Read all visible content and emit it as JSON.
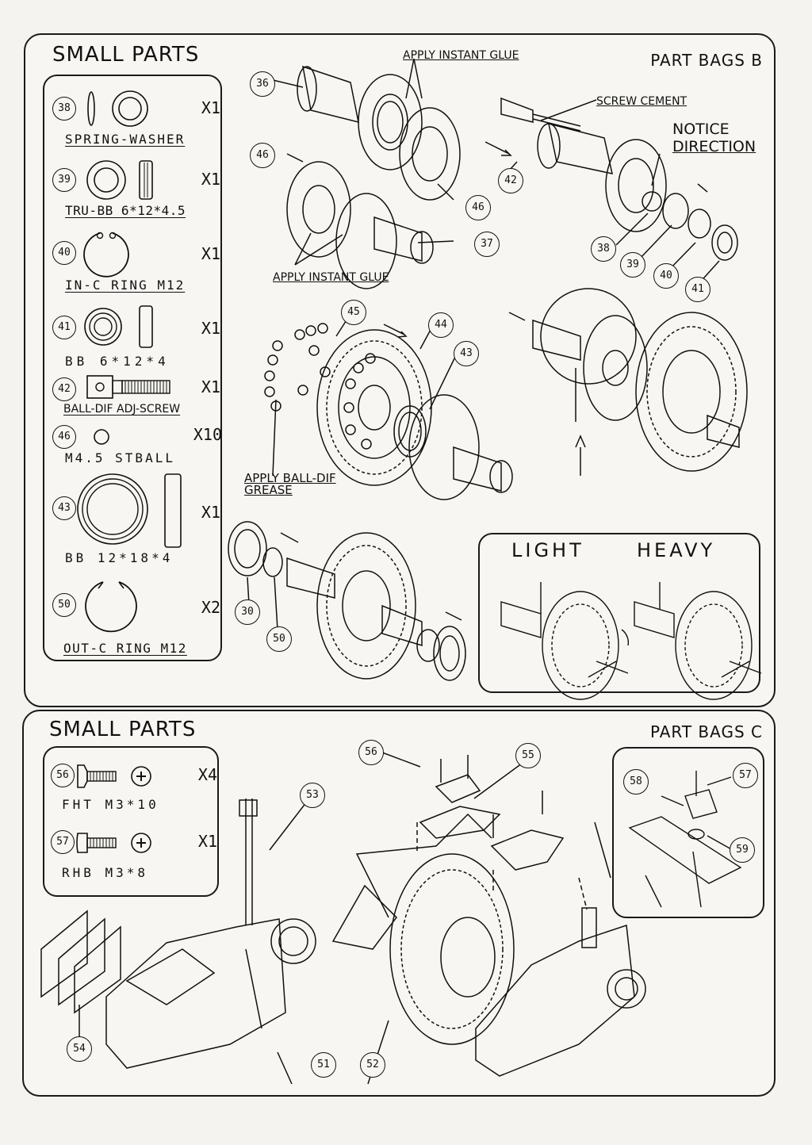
{
  "panel_b": {
    "small_parts_title": "SMALL PARTS",
    "bag_title": "PART BAGS B",
    "parts": [
      {
        "num": "38",
        "name": "SPRING-WASHER",
        "qty": "X1"
      },
      {
        "num": "39",
        "name": "TRU-BB 6*12*4.5",
        "qty": "X1"
      },
      {
        "num": "40",
        "name": "IN-C RING M12",
        "qty": "X1"
      },
      {
        "num": "41",
        "name": "BB 6*12*4",
        "qty": "X1"
      },
      {
        "num": "42",
        "name": "BALL-DIF ADJ-SCREW",
        "qty": "X1"
      },
      {
        "num": "46",
        "name": "M4.5 STBALL",
        "qty": "X10"
      },
      {
        "num": "43",
        "name": "BB 12*18*4",
        "qty": "X1"
      },
      {
        "num": "50",
        "name": "OUT-C RING M12",
        "qty": "X2"
      }
    ],
    "notes": {
      "glue_top": "APPLY INSTANT GLUE",
      "glue_bottom": "APPLY INSTANT GLUE",
      "screw_cement": "SCREW CEMENT",
      "notice_line1": "NOTICE",
      "notice_line2": "DIRECTION",
      "grease_line1": "APPLY BALL-DIF",
      "grease_line2": "GREASE"
    },
    "light": "LIGHT",
    "heavy": "HEAVY",
    "callouts": [
      "36",
      "46",
      "46",
      "37",
      "42",
      "38",
      "39",
      "40",
      "41",
      "45",
      "44",
      "43",
      "30",
      "50"
    ]
  },
  "panel_c": {
    "small_parts_title": "SMALL PARTS",
    "bag_title": "PART BAGS C",
    "parts": [
      {
        "num": "56",
        "name": "FHT M3*10",
        "qty": "X4"
      },
      {
        "num": "57",
        "name": "RHB M3*8",
        "qty": "X1"
      }
    ],
    "callouts": [
      "56",
      "55",
      "53",
      "58",
      "57",
      "59",
      "54",
      "51",
      "52"
    ]
  }
}
